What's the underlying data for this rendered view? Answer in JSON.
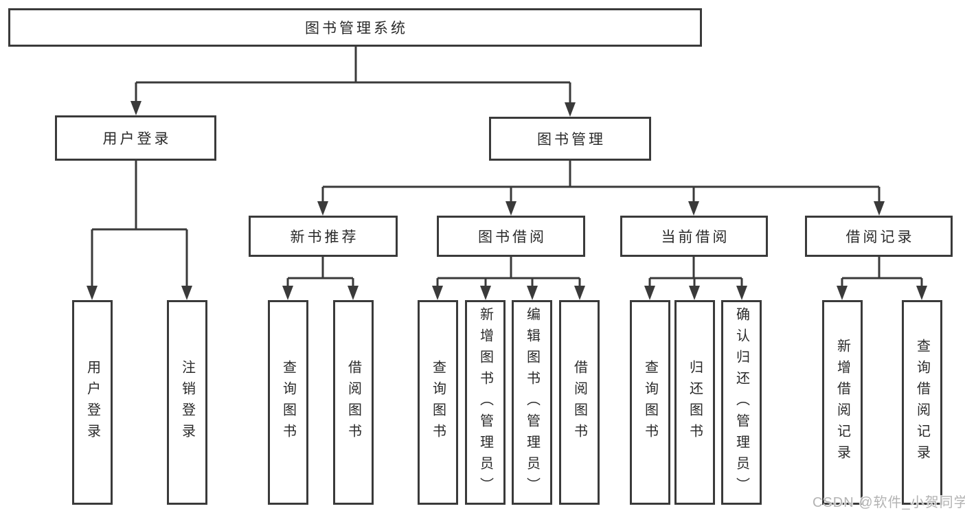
{
  "diagram": {
    "root": "图书管理系统",
    "branches": [
      {
        "label": "用户登录",
        "children": [
          {
            "label": "用户登录"
          },
          {
            "label": "注销登录"
          }
        ]
      },
      {
        "label": "图书管理",
        "children": [
          {
            "label": "新书推荐",
            "children": [
              {
                "label": "查询图书"
              },
              {
                "label": "借阅图书"
              }
            ]
          },
          {
            "label": "图书借阅",
            "children": [
              {
                "label": "查询图书"
              },
              {
                "label": "新增图书（管理员）"
              },
              {
                "label": "编辑图书（管理员）"
              },
              {
                "label": "借阅图书"
              }
            ]
          },
          {
            "label": "当前借阅",
            "children": [
              {
                "label": "查询图书"
              },
              {
                "label": "归还图书"
              },
              {
                "label": "确认归还（管理员）"
              }
            ]
          },
          {
            "label": "借阅记录",
            "children": [
              {
                "label": "新增借阅记录"
              },
              {
                "label": "查询借阅记录"
              }
            ]
          }
        ]
      }
    ]
  },
  "watermark": "CSDN @软件_小贺同学",
  "colors": {
    "line": "#3a3a3a",
    "text": "#2a2a2a",
    "watermark": "#b3b3b3",
    "background": "#ffffff"
  }
}
